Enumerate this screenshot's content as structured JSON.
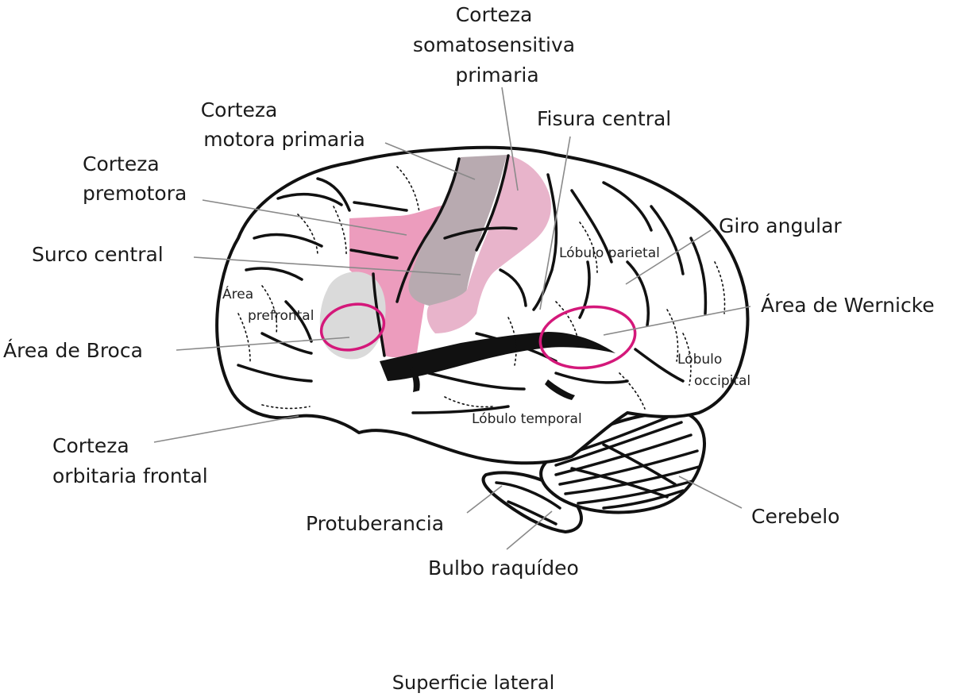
{
  "labels": {
    "somatosensory": [
      "Corteza",
      "somatosensitiva",
      "primaria"
    ],
    "motor": [
      "Corteza",
      "motora primaria"
    ],
    "premotor": [
      "Corteza",
      "premotora"
    ],
    "central_fissure": "Fisura central",
    "central_sulcus": "Surco central",
    "angular_gyrus": "Giro angular",
    "broca": "Área de Broca",
    "wernicke": "Área de Wernicke",
    "orbitofrontal": [
      "Corteza",
      "orbitaria frontal"
    ],
    "pons": "Protuberancia",
    "cerebellum": "Cerebelo",
    "medulla": "Bulbo raquídeo"
  },
  "inner_labels": {
    "prefrontal": [
      "Área",
      "prefrontal"
    ],
    "parietal": "Lóbulo parietal",
    "occipital": [
      "Lóbulo",
      "occipital"
    ],
    "temporal": "Lóbulo temporal"
  },
  "caption": "Superficie lateral",
  "colors": {
    "somatosensory": "#e8b4cb",
    "motor": "#b8aab0",
    "premotor": "#ec9cbd",
    "prefrontal_region": "#dadada",
    "highlight_ring": "#d4187a"
  }
}
